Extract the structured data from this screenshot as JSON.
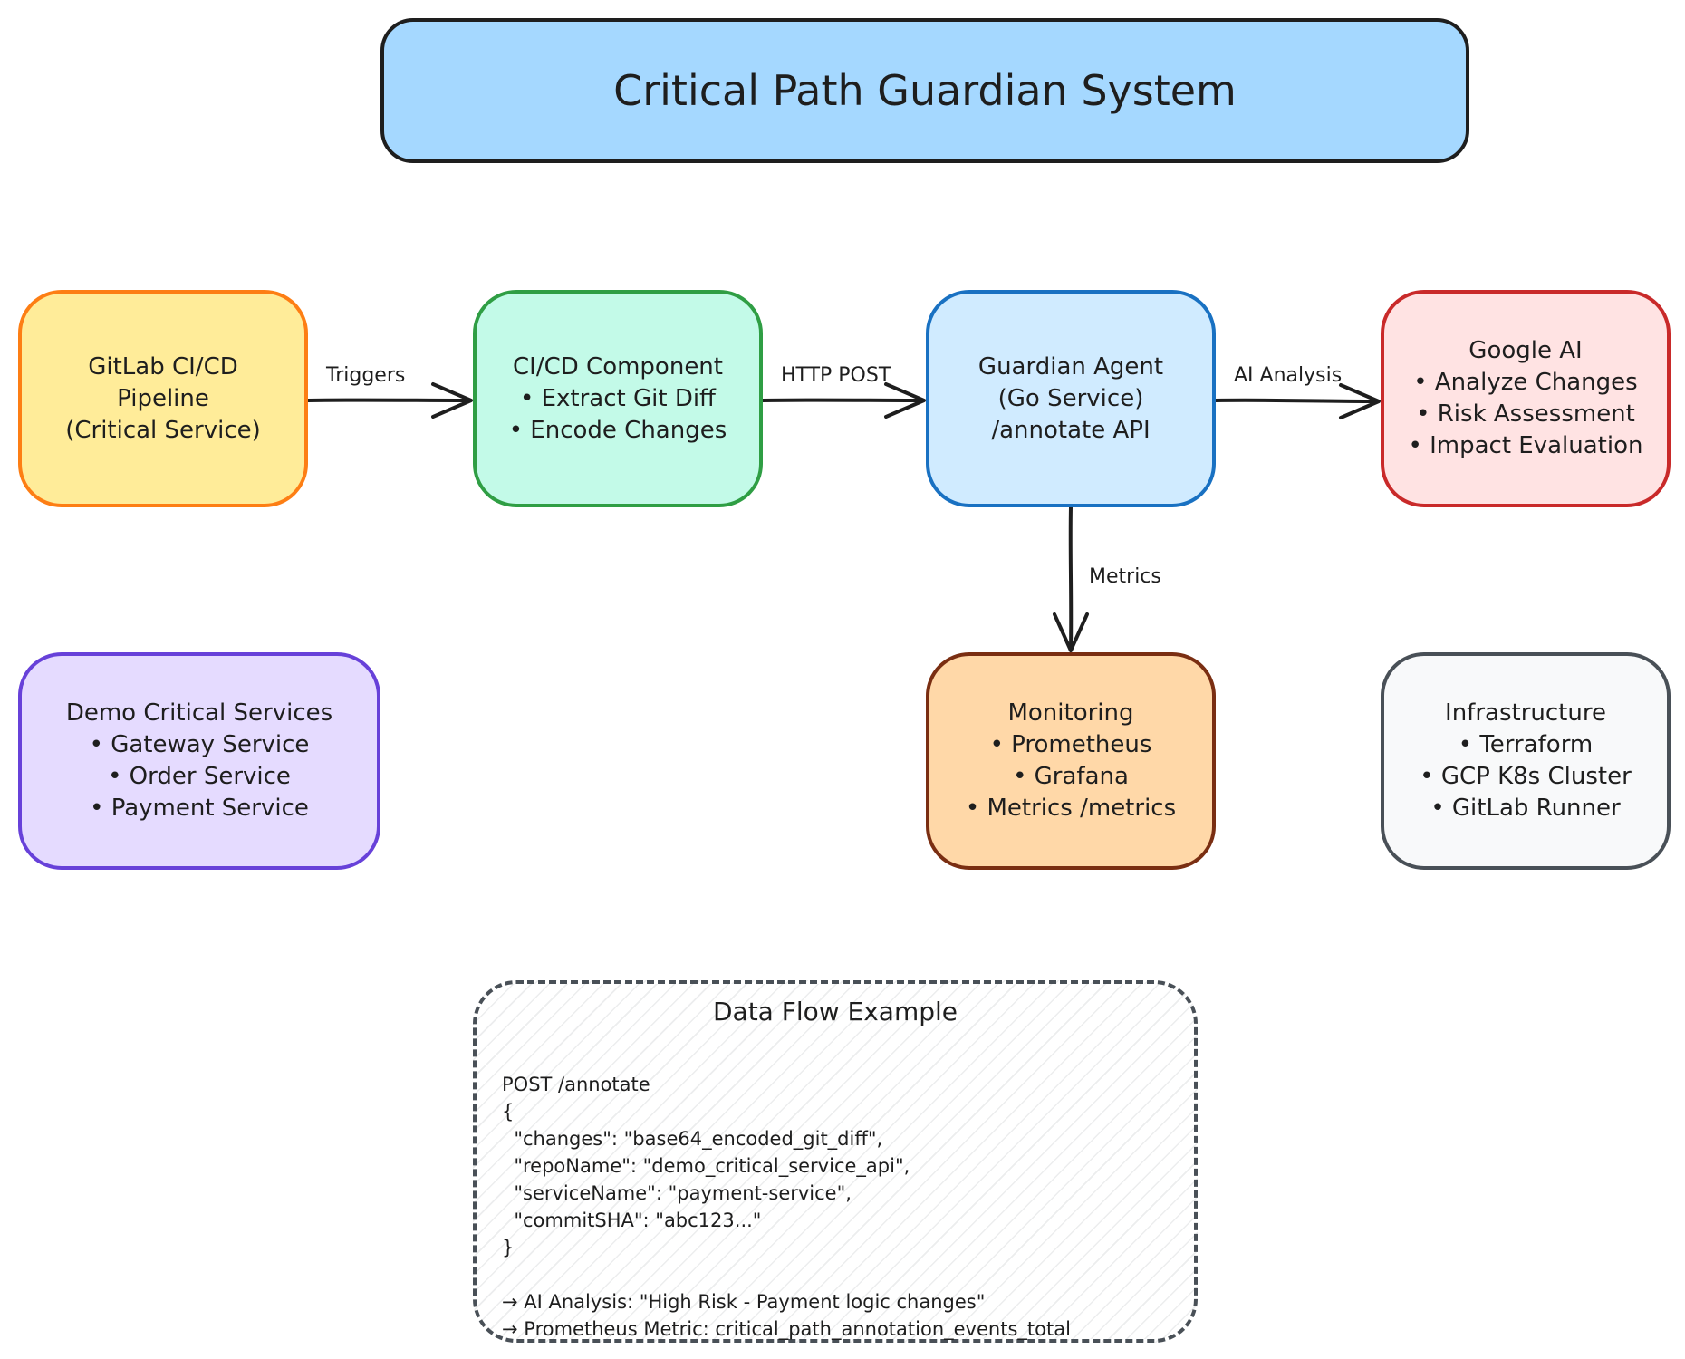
{
  "title": "Critical Path Guardian System",
  "nodes": {
    "gitlab": [
      "GitLab CI/CD",
      "Pipeline",
      "(Critical Service)"
    ],
    "cicd": [
      "CI/CD Component",
      "• Extract Git Diff",
      "• Encode Changes"
    ],
    "agent": [
      "Guardian Agent",
      "(Go Service)",
      "/annotate API"
    ],
    "google": [
      "Google AI",
      "• Analyze Changes",
      "• Risk Assessment",
      "• Impact Evaluation"
    ],
    "demo": [
      "Demo Critical Services",
      "• Gateway Service",
      "• Order Service",
      "• Payment Service"
    ],
    "monitor": [
      "Monitoring",
      "• Prometheus",
      "• Grafana",
      "• Metrics /metrics"
    ],
    "infra": [
      "Infrastructure",
      "• Terraform",
      "• GCP K8s Cluster",
      "• GitLab Runner"
    ]
  },
  "edges": {
    "triggers": "Triggers",
    "http_post": "HTTP POST",
    "ai_analysis": "AI Analysis",
    "metrics": "Metrics"
  },
  "data_flow": {
    "title": "Data Flow Example",
    "lines": [
      "POST /annotate",
      "{",
      "  \"changes\": \"base64_encoded_git_diff\",",
      "  \"repoName\": \"demo_critical_service_api\",",
      "  \"serviceName\": \"payment-service\",",
      "  \"commitSHA\": \"abc123...\"",
      "}",
      "",
      "→ AI Analysis: \"High Risk - Payment logic changes\"",
      "→ Prometheus Metric: critical_path_annotation_events_total"
    ]
  },
  "colors": {
    "stroke": "#1e1e1e",
    "title_fill": "#a5d8ff"
  }
}
